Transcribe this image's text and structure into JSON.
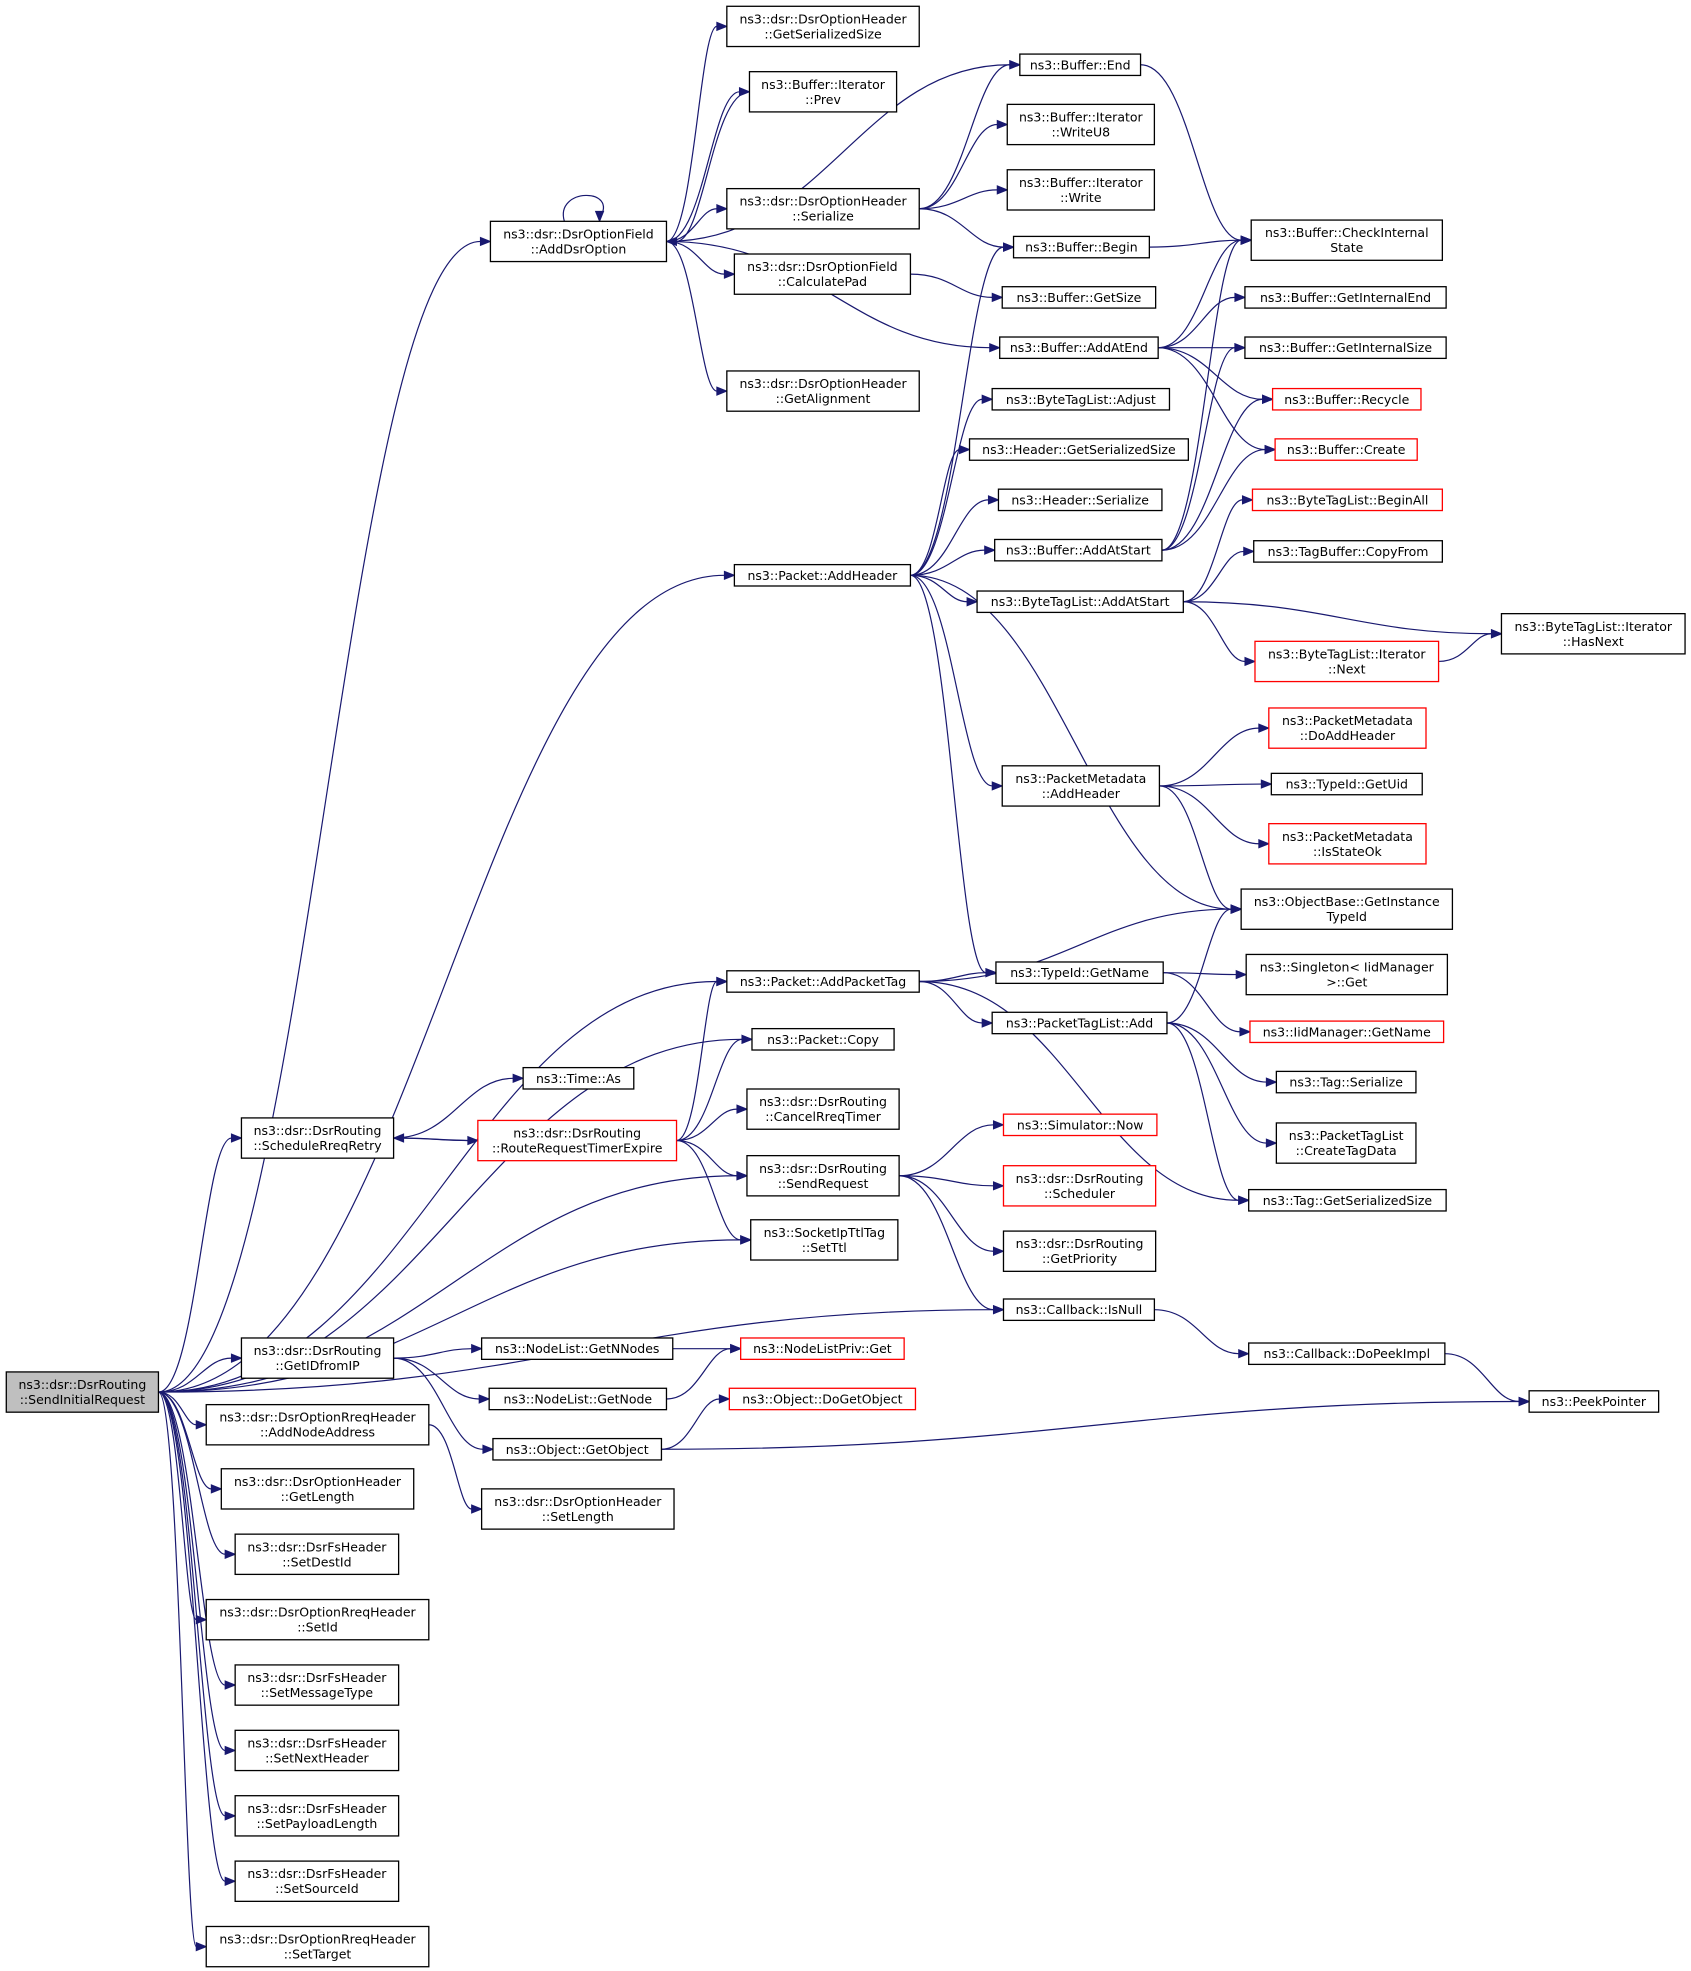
{
  "colors": {
    "edge": "#191970",
    "node_border": "#000000",
    "truncated_border": "#ff0000",
    "root_fill": "#bfbfbf",
    "background": "#ffffff"
  },
  "nodes": [
    {
      "id": "root",
      "lines": [
        "ns3::dsr::DsrRouting",
        "::SendInitialRequest"
      ],
      "style": "root"
    },
    {
      "id": "addDsrOption",
      "lines": [
        "ns3::dsr::DsrOptionField",
        "::AddDsrOption"
      ]
    },
    {
      "id": "dohGetSerializedSize",
      "lines": [
        "ns3::dsr::DsrOptionHeader",
        "::GetSerializedSize"
      ]
    },
    {
      "id": "bufIterPrev",
      "lines": [
        "ns3::Buffer::Iterator",
        "::Prev"
      ]
    },
    {
      "id": "bufEnd",
      "lines": [
        "ns3::Buffer::End"
      ]
    },
    {
      "id": "bufIterWriteU8",
      "lines": [
        "ns3::Buffer::Iterator",
        "::WriteU8"
      ]
    },
    {
      "id": "bufIterWrite",
      "lines": [
        "ns3::Buffer::Iterator",
        "::Write"
      ]
    },
    {
      "id": "dohSerialize",
      "lines": [
        "ns3::dsr::DsrOptionHeader",
        "::Serialize"
      ]
    },
    {
      "id": "bufBegin",
      "lines": [
        "ns3::Buffer::Begin"
      ]
    },
    {
      "id": "bufCheckInternalState",
      "lines": [
        "ns3::Buffer::CheckInternal",
        "State"
      ]
    },
    {
      "id": "dofCalculatePad",
      "lines": [
        "ns3::dsr::DsrOptionField",
        "::CalculatePad"
      ]
    },
    {
      "id": "bufGetSize",
      "lines": [
        "ns3::Buffer::GetSize"
      ]
    },
    {
      "id": "bufGetInternalEnd",
      "lines": [
        "ns3::Buffer::GetInternalEnd"
      ]
    },
    {
      "id": "bufAddAtEnd",
      "lines": [
        "ns3::Buffer::AddAtEnd"
      ]
    },
    {
      "id": "bufGetInternalSize",
      "lines": [
        "ns3::Buffer::GetInternalSize"
      ]
    },
    {
      "id": "dohGetAlignment",
      "lines": [
        "ns3::dsr::DsrOptionHeader",
        "::GetAlignment"
      ]
    },
    {
      "id": "btlAdjust",
      "lines": [
        "ns3::ByteTagList::Adjust"
      ]
    },
    {
      "id": "bufRecycle",
      "lines": [
        "ns3::Buffer::Recycle"
      ],
      "style": "trunc"
    },
    {
      "id": "hdrGetSerializedSize",
      "lines": [
        "ns3::Header::GetSerializedSize"
      ]
    },
    {
      "id": "bufCreate",
      "lines": [
        "ns3::Buffer::Create"
      ],
      "style": "trunc"
    },
    {
      "id": "hdrSerialize",
      "lines": [
        "ns3::Header::Serialize"
      ]
    },
    {
      "id": "btlBeginAll",
      "lines": [
        "ns3::ByteTagList::BeginAll"
      ],
      "style": "trunc"
    },
    {
      "id": "bufAddAtStart",
      "lines": [
        "ns3::Buffer::AddAtStart"
      ]
    },
    {
      "id": "tbCopyFrom",
      "lines": [
        "ns3::TagBuffer::CopyFrom"
      ]
    },
    {
      "id": "pktAddHeader",
      "lines": [
        "ns3::Packet::AddHeader"
      ]
    },
    {
      "id": "btlAddAtStart",
      "lines": [
        "ns3::ByteTagList::AddAtStart"
      ]
    },
    {
      "id": "btlIterHasNext",
      "lines": [
        "ns3::ByteTagList::Iterator",
        "::HasNext"
      ]
    },
    {
      "id": "btlIterNext",
      "lines": [
        "ns3::ByteTagList::Iterator",
        "::Next"
      ],
      "style": "trunc"
    },
    {
      "id": "pmDoAddHeader",
      "lines": [
        "ns3::PacketMetadata",
        "::DoAddHeader"
      ],
      "style": "trunc"
    },
    {
      "id": "pmAddHeader",
      "lines": [
        "ns3::PacketMetadata",
        "::AddHeader"
      ]
    },
    {
      "id": "typeIdGetUid",
      "lines": [
        "ns3::TypeId::GetUid"
      ]
    },
    {
      "id": "pmIsStateOk",
      "lines": [
        "ns3::PacketMetadata",
        "::IsStateOk"
      ],
      "style": "trunc"
    },
    {
      "id": "obGetInstanceTypeId",
      "lines": [
        "ns3::ObjectBase::GetInstance",
        "TypeId"
      ]
    },
    {
      "id": "pktAddPacketTag",
      "lines": [
        "ns3::Packet::AddPacketTag"
      ]
    },
    {
      "id": "typeIdGetName",
      "lines": [
        "ns3::TypeId::GetName"
      ]
    },
    {
      "id": "singletonGet",
      "lines": [
        "ns3::Singleton< IidManager",
        ">::Get"
      ]
    },
    {
      "id": "ptlAdd",
      "lines": [
        "ns3::PacketTagList::Add"
      ]
    },
    {
      "id": "iidGetName",
      "lines": [
        "ns3::IidManager::GetName"
      ],
      "style": "trunc"
    },
    {
      "id": "pktCopy",
      "lines": [
        "ns3::Packet::Copy"
      ]
    },
    {
      "id": "timeAs",
      "lines": [
        "ns3::Time::As"
      ]
    },
    {
      "id": "tagSerialize",
      "lines": [
        "ns3::Tag::Serialize"
      ]
    },
    {
      "id": "drCancelRreqTimer",
      "lines": [
        "ns3::dsr::DsrRouting",
        "::CancelRreqTimer"
      ]
    },
    {
      "id": "drScheduleRreqRetry",
      "lines": [
        "ns3::dsr::DsrRouting",
        "::ScheduleRreqRetry"
      ]
    },
    {
      "id": "drRouteRequestTimerExpire",
      "lines": [
        "ns3::dsr::DsrRouting",
        "::RouteRequestTimerExpire"
      ],
      "style": "trunc"
    },
    {
      "id": "simNow",
      "lines": [
        "ns3::Simulator::Now"
      ],
      "style": "trunc"
    },
    {
      "id": "ptlCreateTagData",
      "lines": [
        "ns3::PacketTagList",
        "::CreateTagData"
      ]
    },
    {
      "id": "drSendRequest",
      "lines": [
        "ns3::dsr::DsrRouting",
        "::SendRequest"
      ]
    },
    {
      "id": "drScheduler",
      "lines": [
        "ns3::dsr::DsrRouting",
        "::Scheduler"
      ],
      "style": "trunc"
    },
    {
      "id": "tagGetSerializedSize",
      "lines": [
        "ns3::Tag::GetSerializedSize"
      ]
    },
    {
      "id": "sitSetTtl",
      "lines": [
        "ns3::SocketIpTtlTag",
        "::SetTtl"
      ]
    },
    {
      "id": "drGetPriority",
      "lines": [
        "ns3::dsr::DsrRouting",
        "::GetPriority"
      ]
    },
    {
      "id": "cbIsNull",
      "lines": [
        "ns3::Callback::IsNull"
      ]
    },
    {
      "id": "drGetIDfromIP",
      "lines": [
        "ns3::dsr::DsrRouting",
        "::GetIDfromIP"
      ]
    },
    {
      "id": "nlGetNNodes",
      "lines": [
        "ns3::NodeList::GetNNodes"
      ]
    },
    {
      "id": "nlpGet",
      "lines": [
        "ns3::NodeListPriv::Get"
      ],
      "style": "trunc"
    },
    {
      "id": "cbDoPeekImpl",
      "lines": [
        "ns3::Callback::DoPeekImpl"
      ]
    },
    {
      "id": "nlGetNode",
      "lines": [
        "ns3::NodeList::GetNode"
      ]
    },
    {
      "id": "objDoGetObject",
      "lines": [
        "ns3::Object::DoGetObject"
      ],
      "style": "trunc"
    },
    {
      "id": "peekPointer",
      "lines": [
        "ns3::PeekPointer"
      ]
    },
    {
      "id": "dorhAddNodeAddress",
      "lines": [
        "ns3::dsr::DsrOptionRreqHeader",
        "::AddNodeAddress"
      ]
    },
    {
      "id": "objGetObject",
      "lines": [
        "ns3::Object::GetObject"
      ]
    },
    {
      "id": "dohGetLength",
      "lines": [
        "ns3::dsr::DsrOptionHeader",
        "::GetLength"
      ]
    },
    {
      "id": "dohSetLength",
      "lines": [
        "ns3::dsr::DsrOptionHeader",
        "::SetLength"
      ]
    },
    {
      "id": "dfhSetDestId",
      "lines": [
        "ns3::dsr::DsrFsHeader",
        "::SetDestId"
      ]
    },
    {
      "id": "dorhSetId",
      "lines": [
        "ns3::dsr::DsrOptionRreqHeader",
        "::SetId"
      ]
    },
    {
      "id": "dfhSetMessageType",
      "lines": [
        "ns3::dsr::DsrFsHeader",
        "::SetMessageType"
      ]
    },
    {
      "id": "dfhSetNextHeader",
      "lines": [
        "ns3::dsr::DsrFsHeader",
        "::SetNextHeader"
      ]
    },
    {
      "id": "dfhSetPayloadLength",
      "lines": [
        "ns3::dsr::DsrFsHeader",
        "::SetPayloadLength"
      ]
    },
    {
      "id": "dfhSetSourceId",
      "lines": [
        "ns3::dsr::DsrFsHeader",
        "::SetSourceId"
      ]
    },
    {
      "id": "dorhSetTarget",
      "lines": [
        "ns3::dsr::DsrOptionRreqHeader",
        "::SetTarget"
      ]
    }
  ],
  "edges": [
    [
      "root",
      "addDsrOption"
    ],
    [
      "root",
      "pktAddHeader"
    ],
    [
      "root",
      "pktAddPacketTag"
    ],
    [
      "root",
      "pktCopy"
    ],
    [
      "root",
      "drScheduleRreqRetry"
    ],
    [
      "root",
      "drSendRequest"
    ],
    [
      "root",
      "sitSetTtl"
    ],
    [
      "root",
      "cbIsNull"
    ],
    [
      "root",
      "drGetIDfromIP"
    ],
    [
      "root",
      "dorhAddNodeAddress"
    ],
    [
      "root",
      "dohGetLength"
    ],
    [
      "root",
      "dfhSetDestId"
    ],
    [
      "root",
      "dorhSetId"
    ],
    [
      "root",
      "dfhSetMessageType"
    ],
    [
      "root",
      "dfhSetNextHeader"
    ],
    [
      "root",
      "dfhSetPayloadLength"
    ],
    [
      "root",
      "dfhSetSourceId"
    ],
    [
      "root",
      "dorhSetTarget"
    ],
    [
      "addDsrOption",
      "addDsrOption"
    ],
    [
      "addDsrOption",
      "dohGetSerializedSize"
    ],
    [
      "addDsrOption",
      "bufIterPrev"
    ],
    [
      "addDsrOption",
      "bufEnd"
    ],
    [
      "addDsrOption",
      "dohSerialize"
    ],
    [
      "addDsrOption",
      "dofCalculatePad"
    ],
    [
      "addDsrOption",
      "bufAddAtEnd"
    ],
    [
      "addDsrOption",
      "dohGetAlignment"
    ],
    [
      "bufIterPrev",
      "addDsrOption"
    ],
    [
      "dohSerialize",
      "bufEnd"
    ],
    [
      "dohSerialize",
      "bufIterWriteU8"
    ],
    [
      "dohSerialize",
      "bufIterWrite"
    ],
    [
      "dohSerialize",
      "bufBegin"
    ],
    [
      "bufEnd",
      "bufCheckInternalState"
    ],
    [
      "bufBegin",
      "bufCheckInternalState"
    ],
    [
      "dofCalculatePad",
      "bufGetSize"
    ],
    [
      "bufAddAtEnd",
      "bufCheckInternalState"
    ],
    [
      "bufAddAtEnd",
      "bufGetInternalEnd"
    ],
    [
      "bufAddAtEnd",
      "bufGetInternalSize"
    ],
    [
      "bufAddAtEnd",
      "bufRecycle"
    ],
    [
      "bufAddAtEnd",
      "bufCreate"
    ],
    [
      "pktAddHeader",
      "bufBegin"
    ],
    [
      "pktAddHeader",
      "btlAdjust"
    ],
    [
      "pktAddHeader",
      "hdrGetSerializedSize"
    ],
    [
      "pktAddHeader",
      "hdrSerialize"
    ],
    [
      "pktAddHeader",
      "bufAddAtStart"
    ],
    [
      "pktAddHeader",
      "btlAddAtStart"
    ],
    [
      "pktAddHeader",
      "pmAddHeader"
    ],
    [
      "pktAddHeader",
      "obGetInstanceTypeId"
    ],
    [
      "pktAddHeader",
      "typeIdGetName"
    ],
    [
      "bufAddAtStart",
      "bufCheckInternalState"
    ],
    [
      "bufAddAtStart",
      "bufGetInternalSize"
    ],
    [
      "bufAddAtStart",
      "bufRecycle"
    ],
    [
      "bufAddAtStart",
      "bufCreate"
    ],
    [
      "btlAddAtStart",
      "btlBeginAll"
    ],
    [
      "btlAddAtStart",
      "tbCopyFrom"
    ],
    [
      "btlAddAtStart",
      "btlIterHasNext"
    ],
    [
      "btlAddAtStart",
      "btlIterNext"
    ],
    [
      "btlIterNext",
      "btlIterHasNext"
    ],
    [
      "pmAddHeader",
      "pmDoAddHeader"
    ],
    [
      "pmAddHeader",
      "typeIdGetUid"
    ],
    [
      "pmAddHeader",
      "pmIsStateOk"
    ],
    [
      "pmAddHeader",
      "obGetInstanceTypeId"
    ],
    [
      "pktAddPacketTag",
      "obGetInstanceTypeId"
    ],
    [
      "pktAddPacketTag",
      "typeIdGetName"
    ],
    [
      "pktAddPacketTag",
      "ptlAdd"
    ],
    [
      "pktAddPacketTag",
      "tagGetSerializedSize"
    ],
    [
      "typeIdGetName",
      "singletonGet"
    ],
    [
      "typeIdGetName",
      "iidGetName"
    ],
    [
      "ptlAdd",
      "obGetInstanceTypeId"
    ],
    [
      "ptlAdd",
      "tagSerialize"
    ],
    [
      "ptlAdd",
      "ptlCreateTagData"
    ],
    [
      "ptlAdd",
      "tagGetSerializedSize"
    ],
    [
      "drScheduleRreqRetry",
      "timeAs"
    ],
    [
      "drScheduleRreqRetry",
      "drRouteRequestTimerExpire"
    ],
    [
      "drRouteRequestTimerExpire",
      "drScheduleRreqRetry"
    ],
    [
      "drRouteRequestTimerExpire",
      "pktAddPacketTag"
    ],
    [
      "drRouteRequestTimerExpire",
      "pktCopy"
    ],
    [
      "drRouteRequestTimerExpire",
      "drCancelRreqTimer"
    ],
    [
      "drRouteRequestTimerExpire",
      "drSendRequest"
    ],
    [
      "drRouteRequestTimerExpire",
      "sitSetTtl"
    ],
    [
      "drSendRequest",
      "simNow"
    ],
    [
      "drSendRequest",
      "drScheduler"
    ],
    [
      "drSendRequest",
      "drGetPriority"
    ],
    [
      "drSendRequest",
      "cbIsNull"
    ],
    [
      "cbIsNull",
      "cbDoPeekImpl"
    ],
    [
      "cbDoPeekImpl",
      "peekPointer"
    ],
    [
      "drGetIDfromIP",
      "nlGetNNodes"
    ],
    [
      "drGetIDfromIP",
      "nlGetNode"
    ],
    [
      "drGetIDfromIP",
      "objGetObject"
    ],
    [
      "nlGetNNodes",
      "nlpGet"
    ],
    [
      "nlGetNode",
      "nlpGet"
    ],
    [
      "objGetObject",
      "objDoGetObject"
    ],
    [
      "objGetObject",
      "peekPointer"
    ],
    [
      "dorhAddNodeAddress",
      "dohSetLength"
    ]
  ]
}
